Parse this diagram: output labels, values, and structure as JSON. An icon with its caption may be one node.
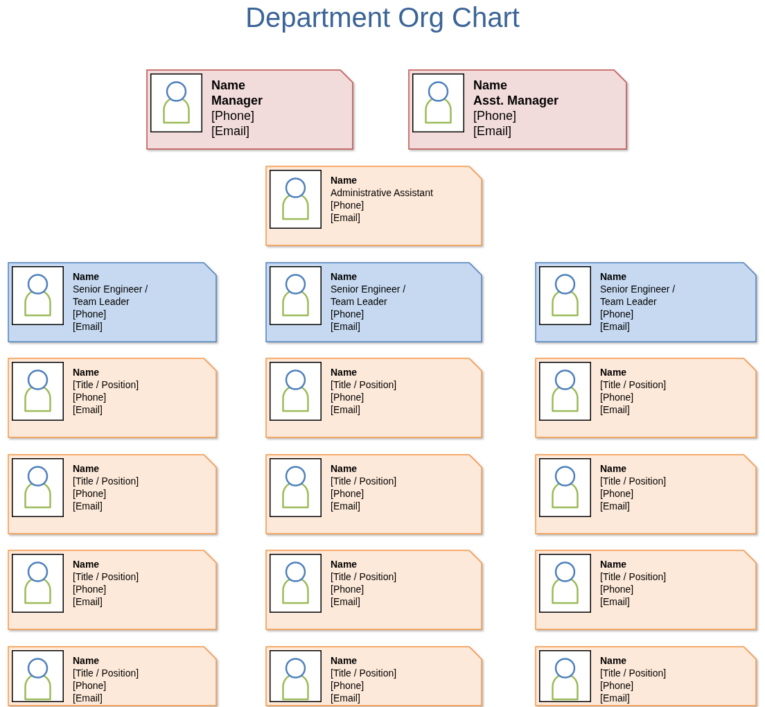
{
  "diagram": {
    "title": "Department Org Chart",
    "nodes": [
      {
        "text": [
          "Name",
          "Manager",
          "[Phone]",
          "[Email]"
        ]
      },
      {
        "text": [
          "Name",
          "Asst. Manager",
          "[Phone]",
          "[Email]"
        ]
      },
      {
        "text": [
          "Name",
          "Administrative Assistant",
          "[Phone]",
          "[Email]"
        ]
      },
      {
        "text": [
          "Name",
          "Senior Engineer / Team Leader",
          "[Phone]",
          "[Email]"
        ]
      },
      {
        "text": [
          "Name",
          "Senior Engineer / Team Leader",
          "[Phone]",
          "[Email]"
        ]
      },
      {
        "text": [
          "Name",
          "Senior Engineer / Team Leader",
          "[Phone]",
          "[Email]"
        ]
      },
      {
        "text": [
          "Name",
          "[Title / Position]",
          "[Phone]",
          "[Email]"
        ]
      },
      {
        "text": [
          "Name",
          "[Title / Position]",
          "[Phone]",
          "[Email]"
        ]
      },
      {
        "text": [
          "Name",
          "[Title / Position]",
          "[Phone]",
          "[Email]"
        ]
      },
      {
        "text": [
          "Name",
          "[Title / Position]",
          "[Phone]",
          "[Email]"
        ]
      },
      {
        "text": [
          "Name",
          "[Title / Position]",
          "[Phone]",
          "[Email]"
        ]
      },
      {
        "text": [
          "Name",
          "[Title / Position]",
          "[Phone]",
          "[Email]"
        ]
      },
      {
        "text": [
          "Name",
          "[Title / Position]",
          "[Phone]",
          "[Email]"
        ]
      },
      {
        "text": [
          "Name",
          "[Title / Position]",
          "[Phone]",
          "[Email]"
        ]
      },
      {
        "text": [
          "Name",
          "[Title / Position]",
          "[Phone]",
          "[Email]"
        ]
      },
      {
        "text": [
          "Name",
          "[Title / Position]",
          "[Phone]",
          "[Email]"
        ]
      },
      {
        "text": [
          "Name",
          "[Title / Position]",
          "[Phone]",
          "[Email]"
        ]
      },
      {
        "text": [
          "Name",
          "[Title / Position]",
          "[Phone]",
          "[Email]"
        ]
      }
    ]
  }
}
